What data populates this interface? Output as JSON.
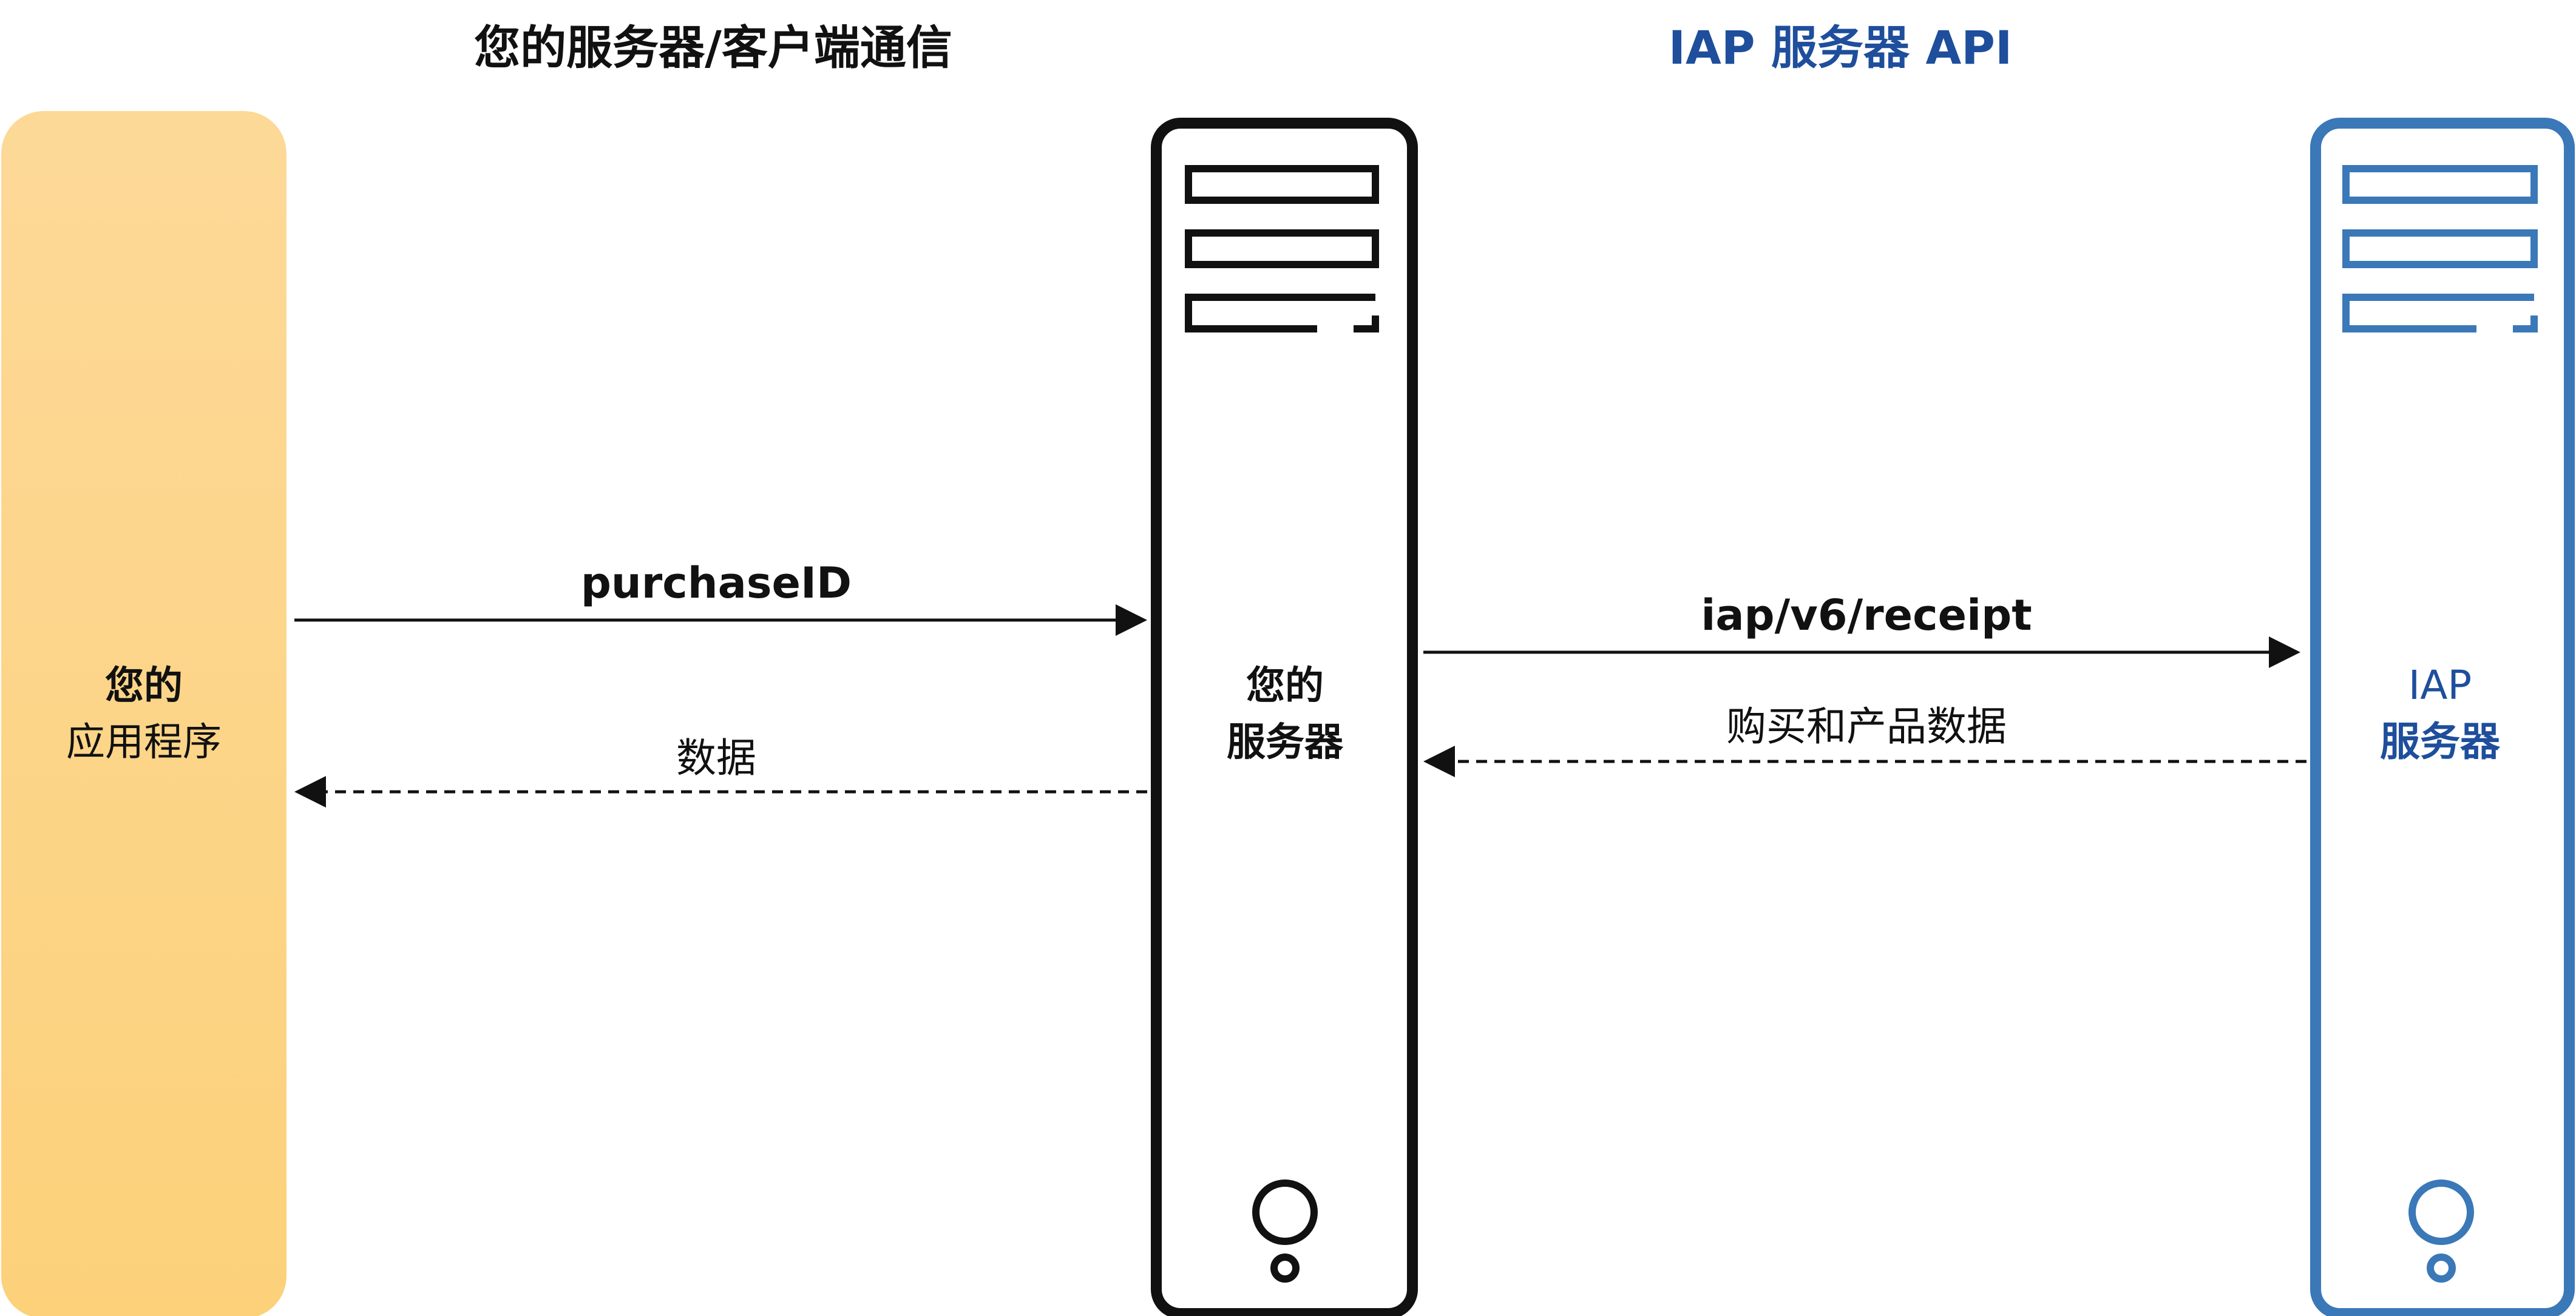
{
  "headers": {
    "left": "您的服务器/客户端通信",
    "right": "IAP 服务器 API"
  },
  "app": {
    "line1": "您的",
    "line2": "应用程序"
  },
  "your_server": {
    "line1": "您的",
    "line2": "服务器"
  },
  "iap_server": {
    "line1": "IAP",
    "line2": "服务器"
  },
  "arrows": {
    "purchase_id": "purchaseID",
    "data": "数据",
    "receipt": "iap/v6/receipt",
    "purchase_product_data": "购买和产品数据"
  },
  "colors": {
    "app_gradient_top": "#fdd998",
    "app_gradient_bottom": "#fcd17a",
    "iap_blue": "#1e4e9c",
    "iap_outline": "#3a78b8",
    "black": "#111111"
  },
  "icons": {
    "your_server": "server-rack-icon",
    "iap_server": "server-rack-icon"
  }
}
